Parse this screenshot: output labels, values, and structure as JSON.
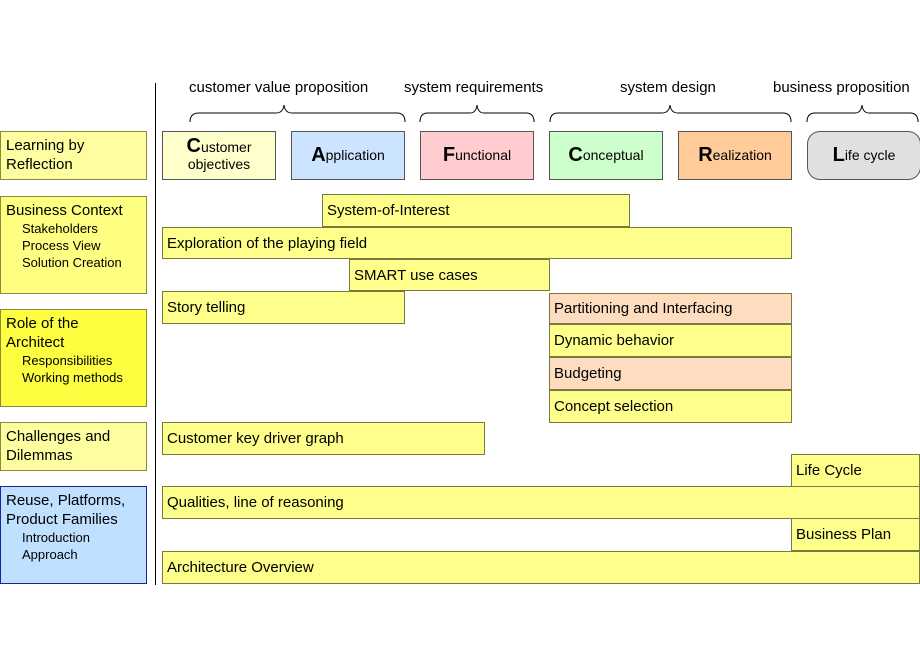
{
  "phases": {
    "customer_value": "customer value proposition",
    "system_requirements": "system requirements",
    "system_design": "system design",
    "business": "business proposition"
  },
  "views": {
    "customer": {
      "letter": "C",
      "rest": "ustomer",
      "line2": "objectives",
      "color": "#ffffcc"
    },
    "application": {
      "letter": "A",
      "rest": "pplication",
      "color": "#cce4ff"
    },
    "functional": {
      "letter": "F",
      "rest": "unctional",
      "color": "#ffccd0"
    },
    "conceptual": {
      "letter": "C",
      "rest": "onceptual",
      "color": "#ccffcc"
    },
    "realization": {
      "letter": "R",
      "rest": "ealization",
      "color": "#ffcc99"
    },
    "lifecycle": {
      "letter": "L",
      "rest": "ife cycle",
      "color": "#e0e0e0"
    }
  },
  "sidebar": {
    "learning": {
      "title": "Learning by Reflection",
      "color": "#fefea0"
    },
    "business_context": {
      "title": "Business Context",
      "subs": [
        "Stakeholders",
        "Process View",
        "Solution Creation"
      ],
      "color": "#fefe80"
    },
    "role": {
      "title": "Role of the Architect",
      "subs": [
        "Responsibilities",
        "Working methods"
      ],
      "color": "#fefe40"
    },
    "challenges": {
      "title": "Challenges and Dilemmas",
      "color": "#fefea0"
    },
    "reuse": {
      "title": "Reuse, Platforms, Product Families",
      "subs": [
        "Introduction",
        "Approach"
      ],
      "color": "#bfe0ff"
    }
  },
  "bars": {
    "system_of_interest": "System-of-Interest",
    "exploration": "Exploration of the playing field",
    "smart": "SMART use cases",
    "story": "Story telling",
    "partitioning": "Partitioning and Interfacing",
    "dynamic": "Dynamic behavior",
    "budgeting": "Budgeting",
    "concept_selection": "Concept selection",
    "key_driver": "Customer key driver graph",
    "life_cycle": "Life Cycle",
    "qualities": "Qualities, line of reasoning",
    "business_plan": "Business Plan",
    "architecture_overview": "Architecture Overview"
  }
}
